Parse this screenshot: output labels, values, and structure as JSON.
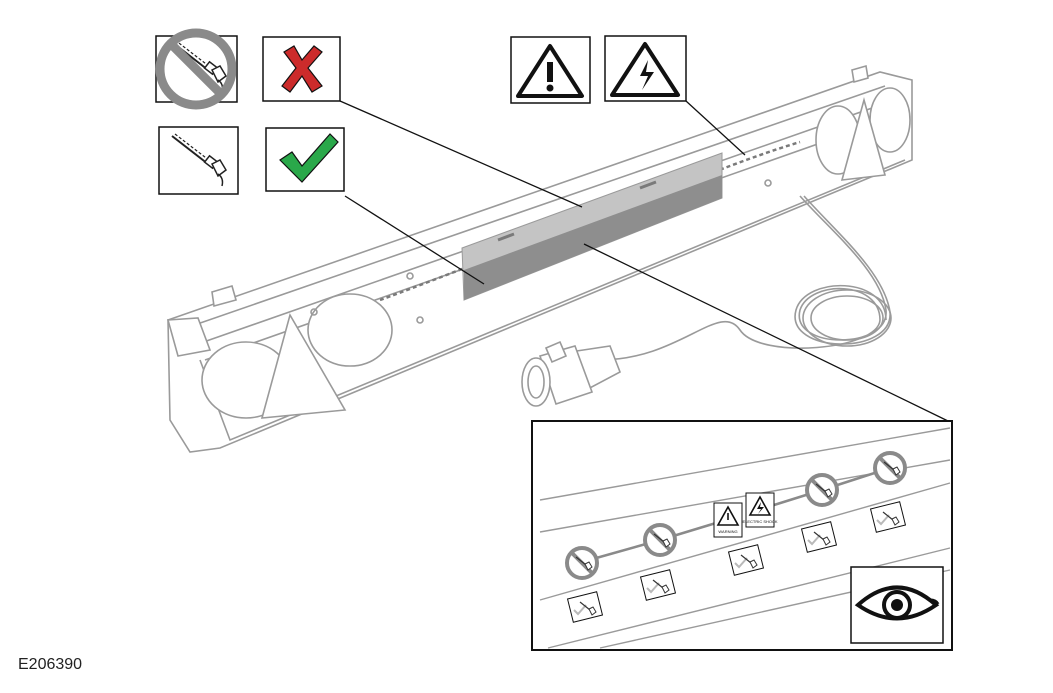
{
  "figure": {
    "reference_code": "E206390"
  },
  "labels": {
    "warning_small": "WARNING",
    "electric_small": "ELECTRIC SHOCK"
  },
  "icons": {
    "no_drill": "no-drilling-icon",
    "cross": "red-cross-icon",
    "drill": "drill-allowed-icon",
    "check": "green-check-icon",
    "warning": "warning-triangle-icon",
    "electric": "electric-shock-triangle-icon",
    "eye": "eye-icon"
  },
  "colors": {
    "cross": "#cc2b2b",
    "check": "#2aa84a",
    "prohibition": "#8a8a8a",
    "label_band": "#8e8e8e",
    "label_band_light": "#c4c4c4",
    "outline": "#9a9a9a",
    "ink": "#111111"
  }
}
